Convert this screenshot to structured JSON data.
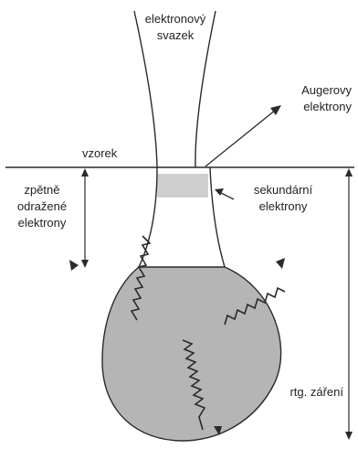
{
  "labels": {
    "beam_line1": "elektronový",
    "beam_line2": "svazek",
    "auger_line1": "Augerovy",
    "auger_line2": "elektrony",
    "sample": "vzorek",
    "backscatter_line1": "zpětně",
    "backscatter_line2": "odražené",
    "backscatter_line3": "elektrony",
    "secondary_line1": "sekundární",
    "secondary_line2": "elektrony",
    "xray": "rtg. záření"
  },
  "colors": {
    "line": "#2a2a2a",
    "interaction_fill": "#b5b5b5",
    "secondary_zone_fill": "#cfcfcf",
    "background": "#ffffff"
  }
}
